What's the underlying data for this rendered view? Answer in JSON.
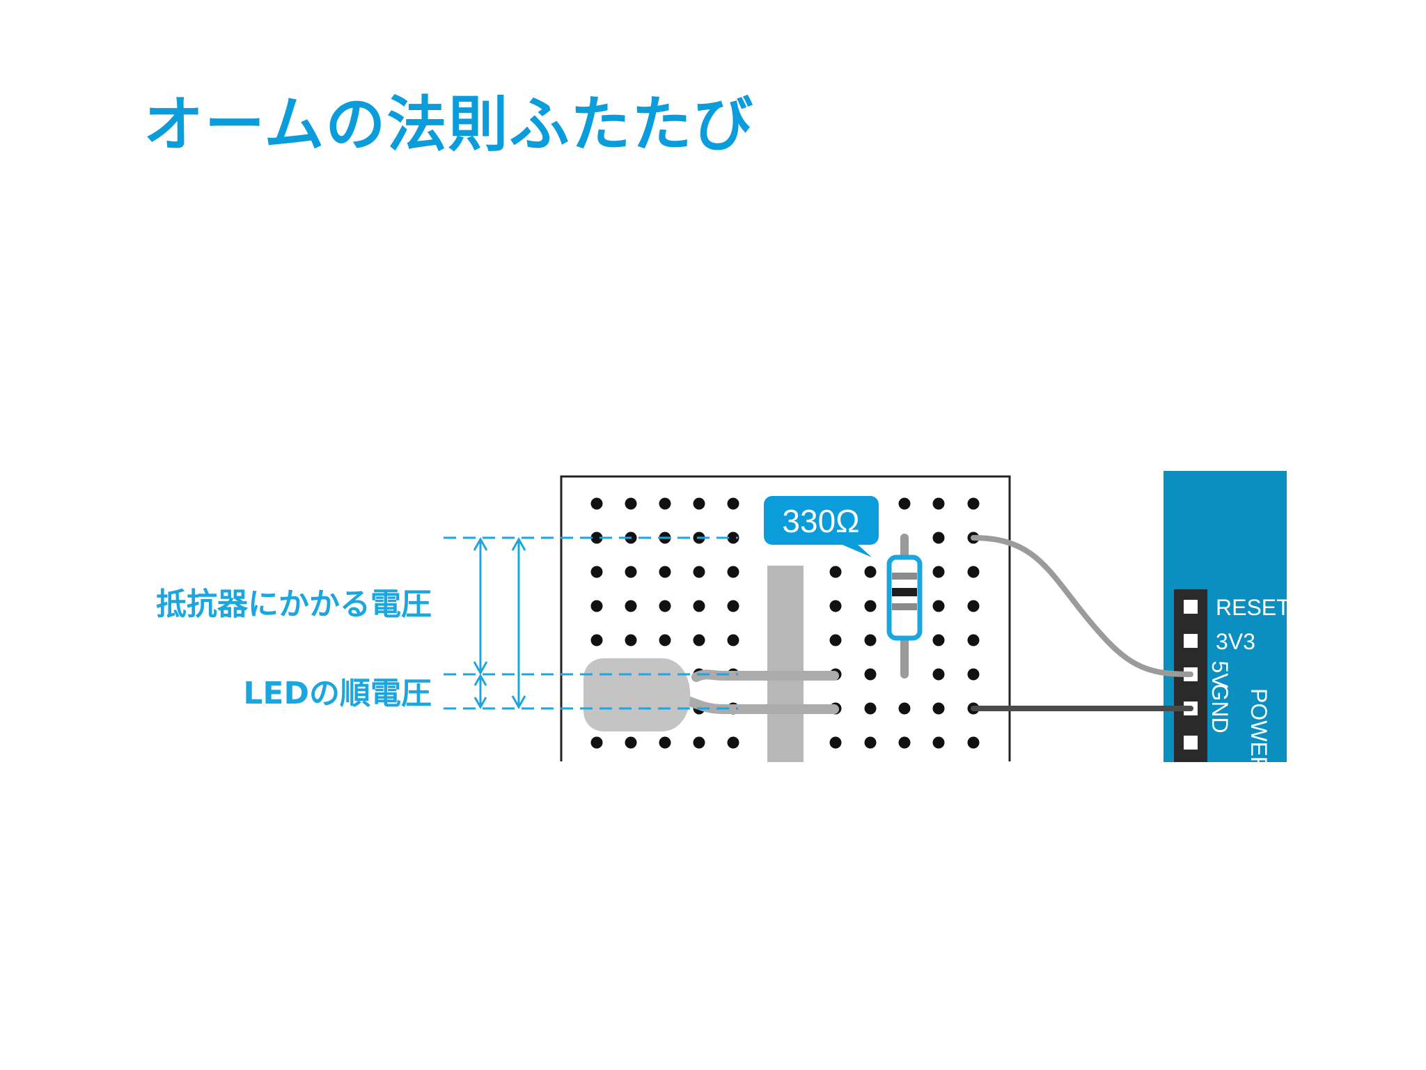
{
  "slide": {
    "title": "オームの法則ふたたび"
  },
  "annotations": {
    "resistor_voltage": "抵抗器にかかる電圧",
    "led_forward_voltage": "LEDの順電圧"
  },
  "resistor": {
    "value_label": "330Ω"
  },
  "power_header": {
    "pins": [
      "RESET",
      "3V3",
      "5V",
      "GND"
    ],
    "group_label": "POWER"
  },
  "colors": {
    "accent": "#0b9ddb",
    "board_blue": "#0b8fc0",
    "wire_5v": "#9b9b9b",
    "wire_gnd": "#4a4a4a",
    "led": "#c4c4c4"
  }
}
